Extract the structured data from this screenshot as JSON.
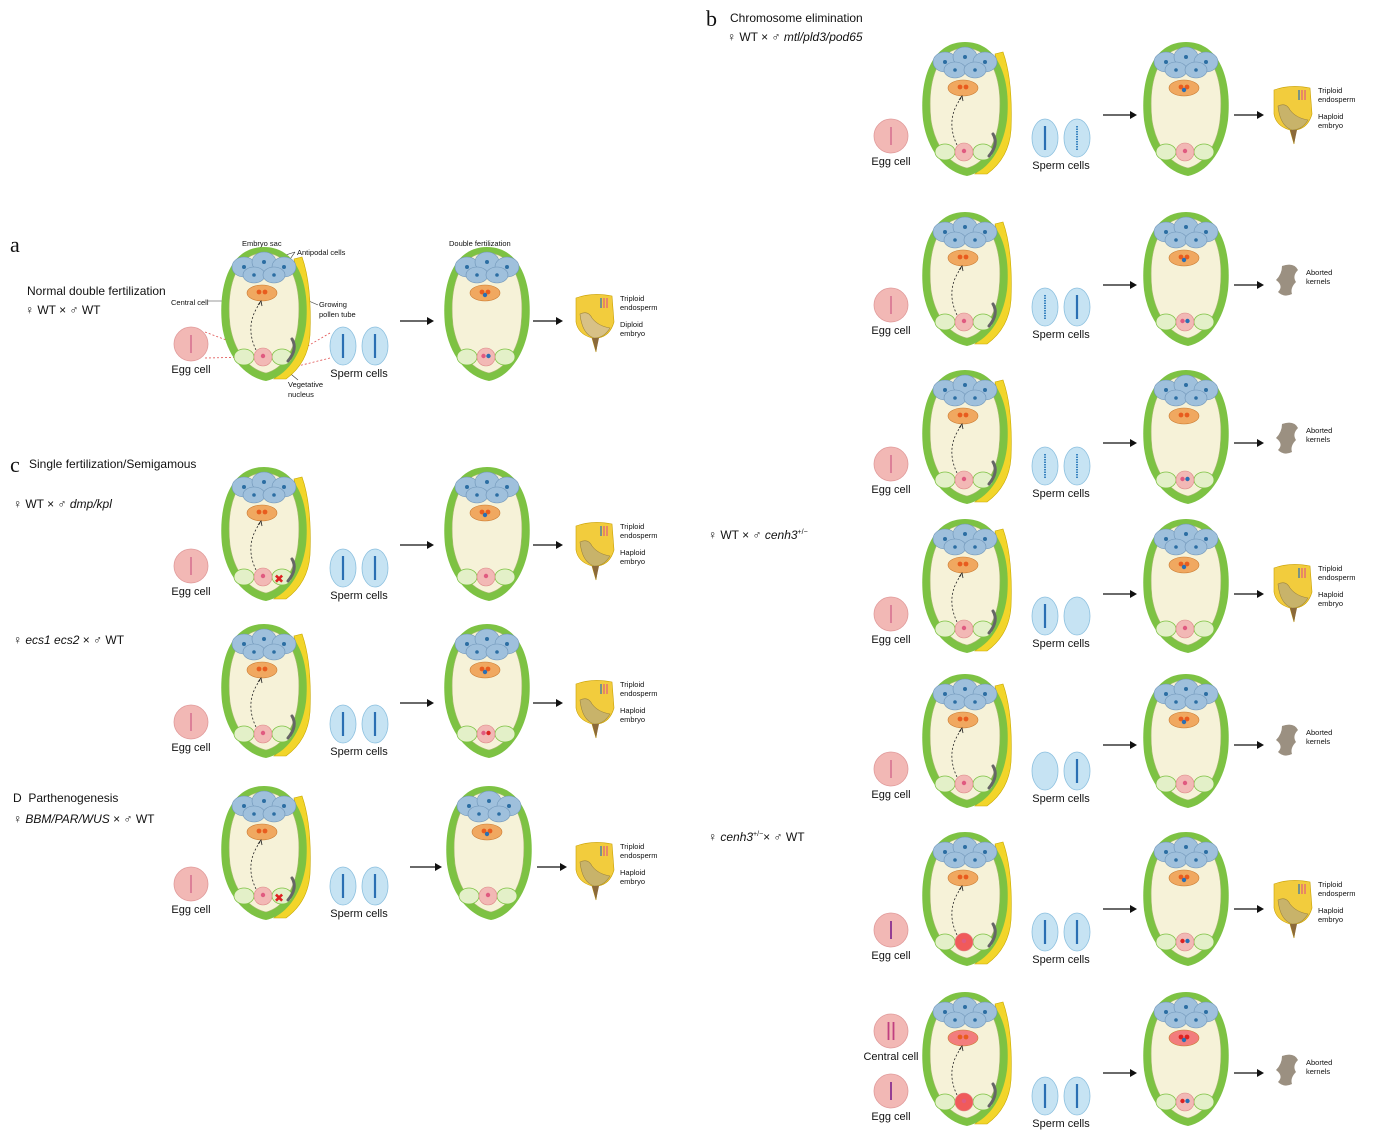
{
  "panels": {
    "a": {
      "letter": "a",
      "title": "Normal double fertilization",
      "cross": {
        "female": "♀",
        "female_geno": "WT",
        "x": "×",
        "male": "♂",
        "male_geno": "WT"
      },
      "annotations": {
        "embryo_sac": "Embryo sac",
        "antipodal": "Antipodal cells",
        "central": "Central cell",
        "pollen_tube_1": "Growing",
        "pollen_tube_2": "pollen tube",
        "veg_1": "Vegetative",
        "veg_2": "nucleus",
        "double_fert": "Double fertilization"
      }
    },
    "b": {
      "letter": "b",
      "title": "Chromosome elimination",
      "cross1": {
        "female": "♀",
        "female_geno": "WT",
        "x": "×",
        "male": "♂",
        "male_geno": "mtl/pld3/pod65"
      },
      "cross2": {
        "female": "♀",
        "female_geno": "WT",
        "x": "×",
        "male": "♂",
        "male_geno": "cenh3",
        "male_sup": "+/−"
      },
      "cross3": {
        "female": "♀",
        "female_geno": "cenh3",
        "female_sup": "+/−",
        "x": "×",
        "male": "♂",
        "male_geno": "WT"
      }
    },
    "c": {
      "letter": "c",
      "title": "Single fertilization/Semigamous",
      "cross1": {
        "female": "♀",
        "female_geno": "WT",
        "x": "×",
        "male": "♂",
        "male_geno": "dmp/kpl"
      },
      "cross2": {
        "female": "♀",
        "female_geno": "ecs1 ecs2",
        "x": "×",
        "male": "♂",
        "male_geno": "WT"
      }
    },
    "d": {
      "letter": "D",
      "title": "Parthenogenesis",
      "cross": {
        "female": "♀",
        "female_geno": "BBM/PAR/WUS",
        "x": "×",
        "male": "♂",
        "male_geno": "WT"
      }
    }
  },
  "labels": {
    "egg": "Egg cell",
    "sperm": "Sperm cells",
    "central": "Central cell",
    "trip1": "Triploid",
    "trip2": "endosperm",
    "dip1": "Diploid",
    "hap1": "Haploid",
    "emb2": "embryo",
    "ab1": "Aborted",
    "ab2": "kernels"
  },
  "colors": {
    "integument": "#7dc243",
    "sac": "#f6f2d8",
    "antipodal": "#9fc0dc",
    "central": "#f0a860",
    "egg": "#f2b8b5",
    "sperm": "#c6e3f3",
    "pollen_tube": "#f2d52a",
    "endosperm": "#f2cc3d",
    "aborted": "#9b9081"
  }
}
